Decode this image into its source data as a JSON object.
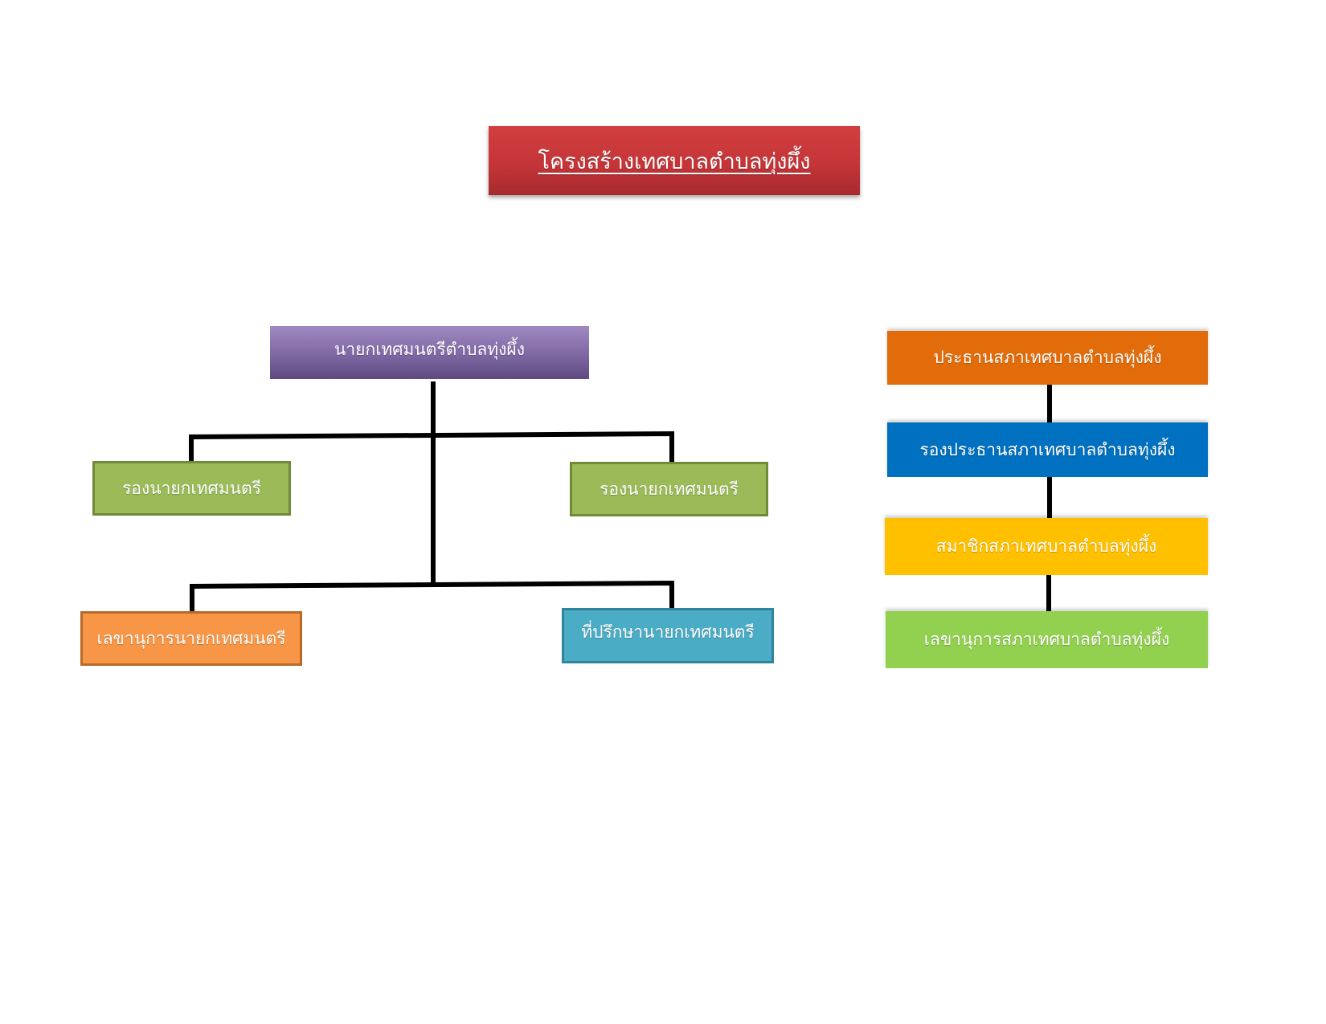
{
  "diagram": {
    "title": "โครงสร้างเทศบาลตำบลทุ่งผึ้ง",
    "executive": {
      "mayor": "นายกเทศมนตรีตำบลทุ่งผึ้ง",
      "deputy_left": "รองนายกเทศมนตรี",
      "deputy_right": "รองนายกเทศมนตรี",
      "secretary": "เลขานุการนายกเทศมนตรี",
      "advisor": "ที่ปรึกษานายกเทศมนตรี"
    },
    "council": {
      "president": "ประธานสภาเทศบาลตำบลทุ่งผึ้ง",
      "vice_president": "รองประธานสภาเทศบาลตำบลทุ่งผึ้ง",
      "members": "สมาชิกสภาเทศบาลตำบลทุ่งผึ้ง",
      "secretary": "เลขานุการสภาเทศบาลตำบลทุ่งผึ้ง"
    },
    "colors": {
      "title": "#c53538",
      "mayor": "#7e67a3",
      "deputy": "#9bbb59",
      "secretary": "#f79646",
      "advisor": "#4bacc6",
      "council_president": "#e36c0a",
      "council_vice": "#0070c0",
      "council_members": "#ffc000",
      "council_secretary": "#92d050",
      "connector": "#000000"
    }
  }
}
